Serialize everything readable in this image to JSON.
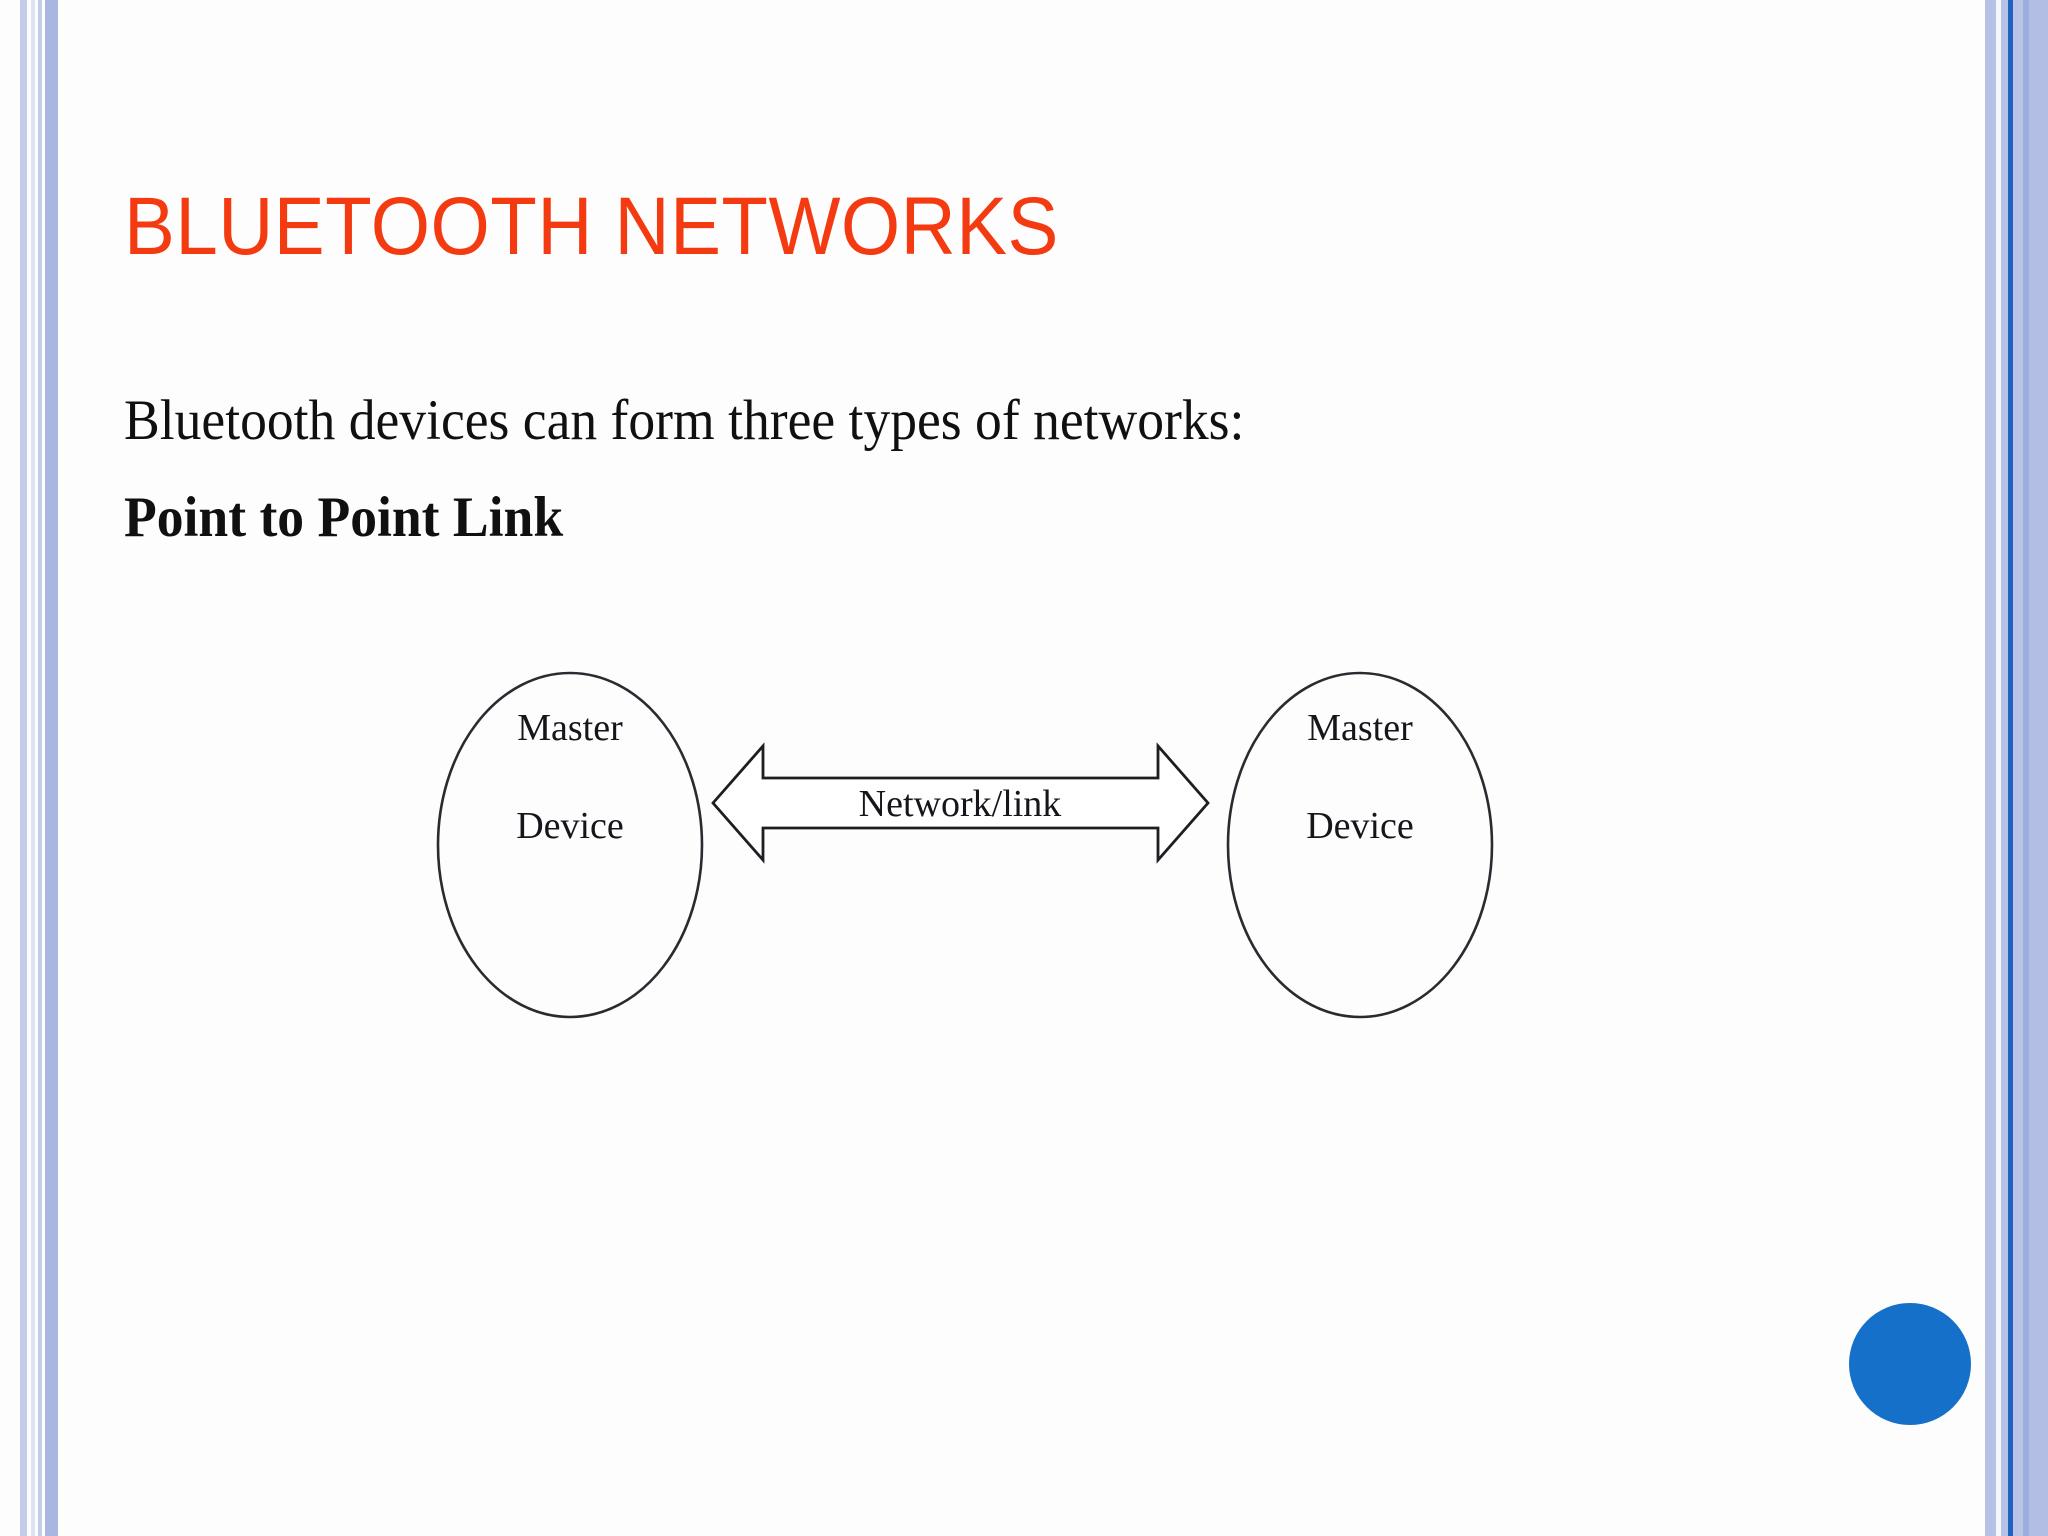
{
  "slide": {
    "title": "BLUETOOTH NETWORKS",
    "title_color": "#F43A10",
    "background_color": "#FDFDFD",
    "body_lines": [
      {
        "text": "Bluetooth devices can form three types of networks:",
        "bold": false
      },
      {
        "text": "Point to Point Link",
        "bold": true
      }
    ]
  },
  "diagram": {
    "type": "point-to-point-link",
    "left_node": {
      "line1": "Master",
      "line2": "Device"
    },
    "right_node": {
      "line1": "Master",
      "line2": "Device"
    },
    "connector": {
      "label": "Network/link",
      "style": "double-headed-arrow"
    }
  },
  "decor": {
    "accent_circle_color": "#1470C8",
    "left_border_color": "#A9B6E0",
    "right_border_color": "#AFBBE3",
    "right_border_accent": "#1F63BE"
  }
}
